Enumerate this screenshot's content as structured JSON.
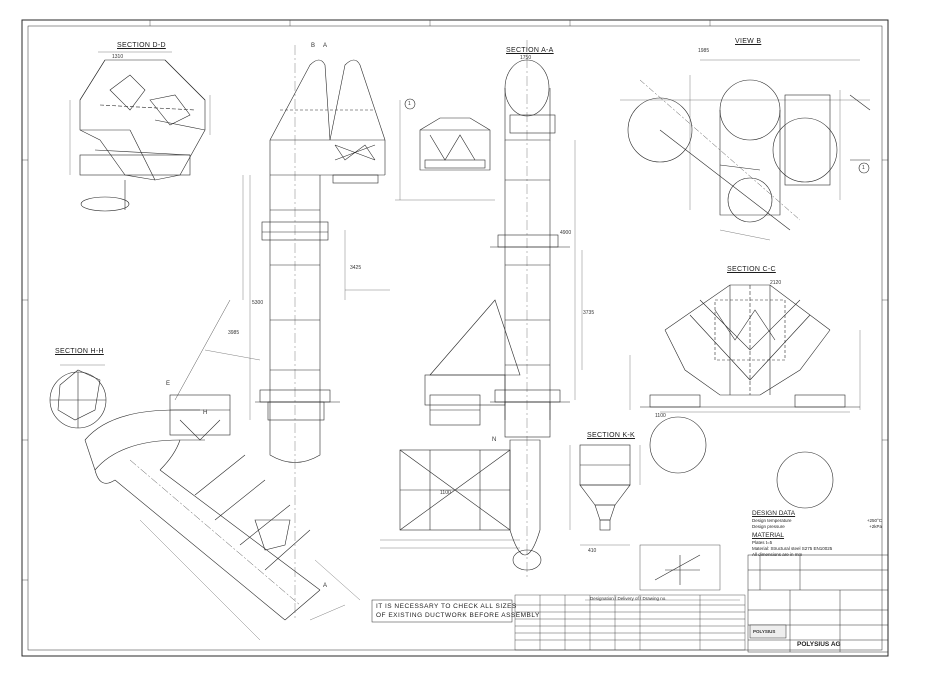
{
  "drawing": {
    "views": {
      "section_d": "SECTION D-D",
      "section_a": "SECTION A-A",
      "view_b": "VIEW B",
      "section_c": "SECTION C-C",
      "section_h": "SECTION H-H",
      "section_k": "SECTION K-K"
    },
    "markers": {
      "b": "B",
      "a": "A",
      "e": "E",
      "h": "H",
      "n": "N",
      "bubble": "1"
    },
    "dims": {
      "d_1": "1310",
      "d_2": "1750",
      "d_3": "1985",
      "d_4": "3425",
      "d_5": "3735",
      "d_6": "1100",
      "d_7": "410",
      "d_8": "3985",
      "d_9": "2120",
      "d_10": "5300",
      "d_11": "4900",
      "d_12": "1100"
    },
    "notes": {
      "line1": "IT IS NECESSARY TO CHECK ALL SIZES",
      "line2": "OF EXISTING DUCTWORK BEFORE ASSEMBLY"
    },
    "design_data": {
      "heading": "DESIGN DATA",
      "row1_label": "Design temperature",
      "row1_value": "+250°C",
      "row2_label": "Design pressure",
      "row2_value": "+2kPa",
      "material_heading": "MATERIAL",
      "mat1": "Plates t=5",
      "mat2": "Material: Structural steel S275 EN10025",
      "mat3": "All dimensions are in mm"
    },
    "title_block": {
      "company": "POLYSIUS AG",
      "logo_text": "POLYSIUS"
    },
    "revision_table": {
      "header": "Designation / Delivery of / Drawing no."
    }
  }
}
